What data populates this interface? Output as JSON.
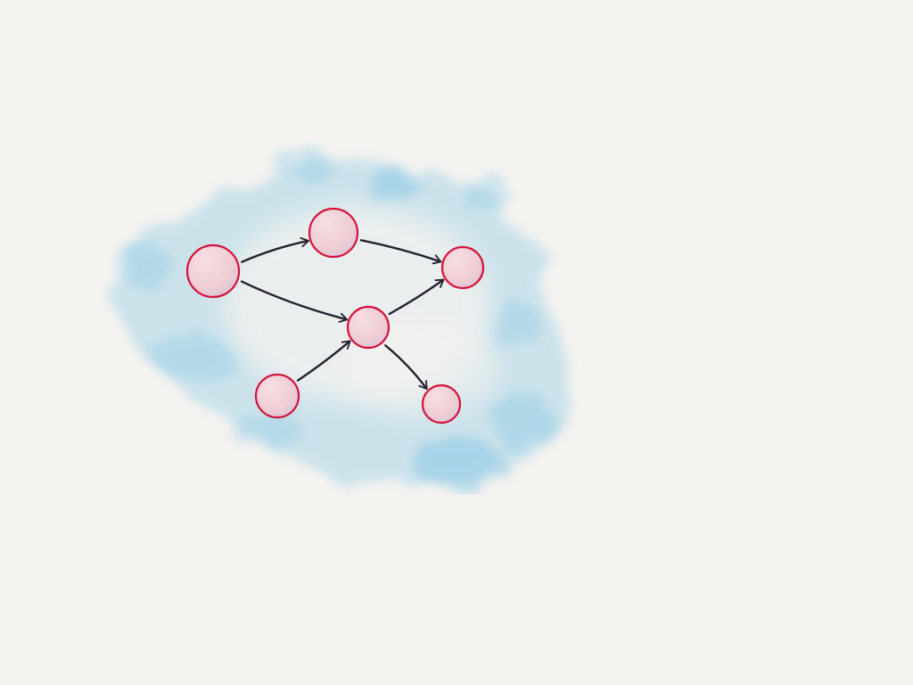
{
  "canvas": {
    "background": "#f5f3f0"
  },
  "style": {
    "wash_color": "#7cc3e4",
    "node_fill": "#f3d3d9",
    "node_stroke": "#d4123a",
    "edge_color": "#26222f"
  },
  "diagram": {
    "type": "directed-graph",
    "node_count": 6,
    "edge_count": 6,
    "nodes": [
      {
        "id": "A",
        "label": ""
      },
      {
        "id": "B",
        "label": ""
      },
      {
        "id": "C",
        "label": ""
      },
      {
        "id": "D",
        "label": ""
      },
      {
        "id": "E",
        "label": ""
      },
      {
        "id": "F",
        "label": ""
      }
    ],
    "edges": [
      {
        "from": "A",
        "to": "B"
      },
      {
        "from": "A",
        "to": "D"
      },
      {
        "from": "B",
        "to": "C"
      },
      {
        "from": "D",
        "to": "C"
      },
      {
        "from": "E",
        "to": "D"
      },
      {
        "from": "D",
        "to": "F"
      }
    ]
  }
}
